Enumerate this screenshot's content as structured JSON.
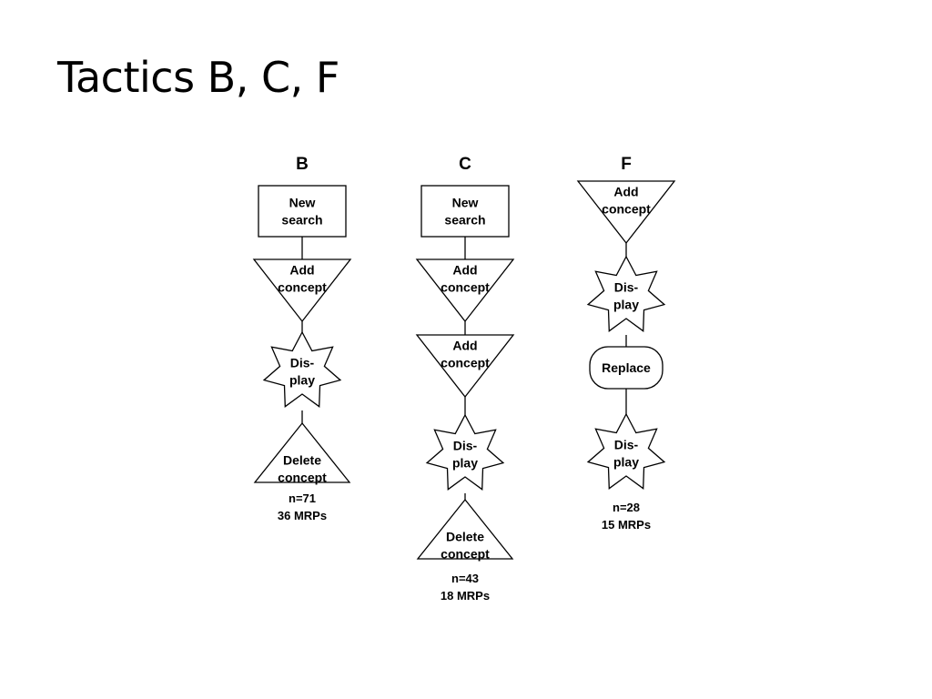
{
  "title": "Tactics B, C, F",
  "colors": {
    "stroke": "#000000",
    "fill": "#ffffff",
    "text": "#000000"
  },
  "columns": [
    {
      "label": "B",
      "nodes": [
        {
          "shape": "rect",
          "lines": [
            "New",
            "search"
          ]
        },
        {
          "shape": "triangle-down",
          "lines": [
            "Add",
            "concept"
          ]
        },
        {
          "shape": "star",
          "lines": [
            "Dis-",
            "play"
          ]
        },
        {
          "shape": "triangle-up",
          "lines": [
            "Delete",
            "concept"
          ]
        }
      ],
      "stats": [
        "n=71",
        "36 MRPs"
      ]
    },
    {
      "label": "C",
      "nodes": [
        {
          "shape": "rect",
          "lines": [
            "New",
            "search"
          ]
        },
        {
          "shape": "triangle-down",
          "lines": [
            "Add",
            "concept"
          ]
        },
        {
          "shape": "triangle-down",
          "lines": [
            "Add",
            "concept"
          ]
        },
        {
          "shape": "star",
          "lines": [
            "Dis-",
            "play"
          ]
        },
        {
          "shape": "triangle-up",
          "lines": [
            "Delete",
            "concept"
          ]
        }
      ],
      "stats": [
        "n=43",
        "18 MRPs"
      ]
    },
    {
      "label": "F",
      "nodes": [
        {
          "shape": "triangle-down",
          "lines": [
            "Add",
            "concept"
          ]
        },
        {
          "shape": "star",
          "lines": [
            "Dis-",
            "play"
          ]
        },
        {
          "shape": "rounded",
          "lines": [
            "Replace"
          ]
        },
        {
          "shape": "star",
          "lines": [
            "Dis-",
            "play"
          ]
        }
      ],
      "stats": [
        "n=28",
        "15 MRPs"
      ]
    }
  ]
}
